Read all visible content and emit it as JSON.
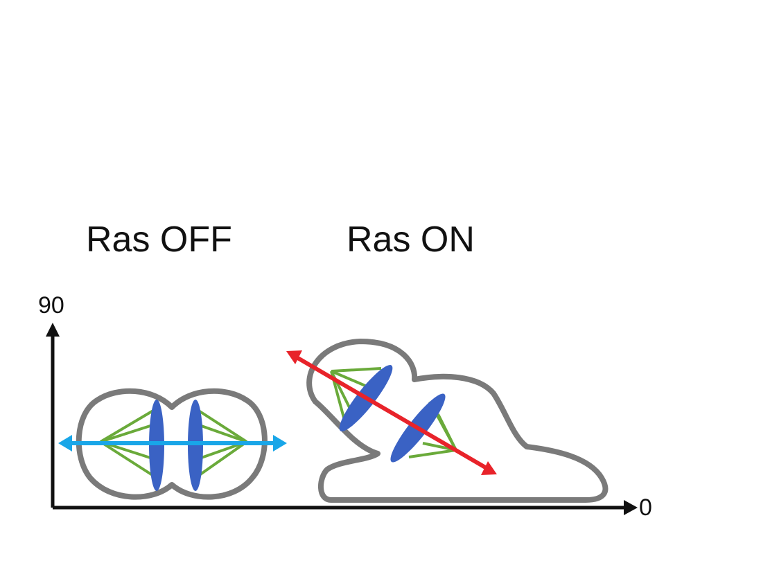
{
  "labels": {
    "ras_off": "Ras OFF",
    "ras_on": "Ras ON",
    "axis_top": "90",
    "axis_right": "0"
  },
  "colors": {
    "outline": "#7a7a7a",
    "chromosome": "#3a62c4",
    "spindle": "#6aaa3a",
    "off_axis": "#19a6e8",
    "on_axis": "#e8232a",
    "axis": "#111111"
  }
}
